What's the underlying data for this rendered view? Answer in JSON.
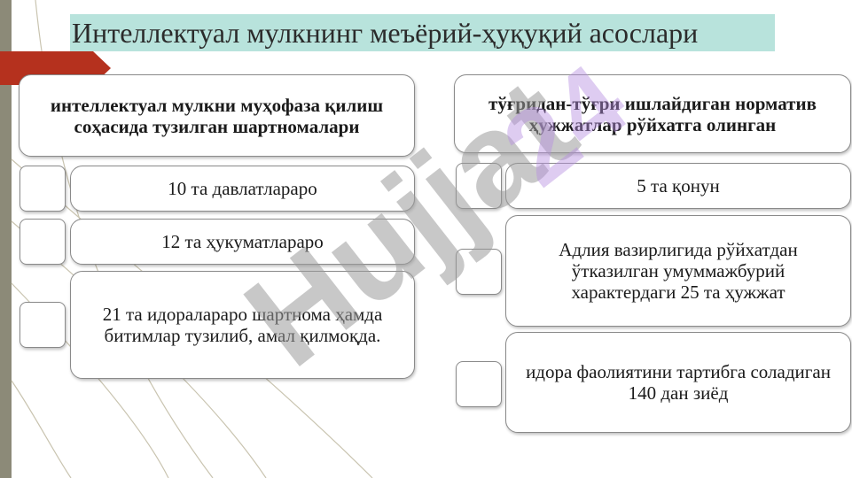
{
  "title": "Интеллектуал мулкнинг меъёрий-ҳуқуқий асослари",
  "left_column": {
    "header": "интеллектуал мулкни муҳофаза қилиш соҳасида тузилган шартномалари",
    "items": [
      "10 та давлатлараро",
      "12 та ҳукуматлараро",
      "21 та идоралараро шартнома ҳамда битимлар тузилиб, амал қилмоқда."
    ]
  },
  "right_column": {
    "header": "тўғридан-тўғри ишлайдиган норматив ҳужжатлар рўйхатга олинган",
    "items": [
      "5 та қонун",
      "Адлия вазирлигида рўйхатдан ўтказилган умуммажбурий характердаги 25 та ҳужжат",
      "идора фаолиятини тартибга соладиган 140 дан зиёд"
    ]
  },
  "watermark": "Hujjat",
  "colors": {
    "title_background": "#b8e3dc",
    "ribbon": "#b5311e",
    "left_bar": "#8c8a78",
    "watermark": "#9a9a9a"
  }
}
